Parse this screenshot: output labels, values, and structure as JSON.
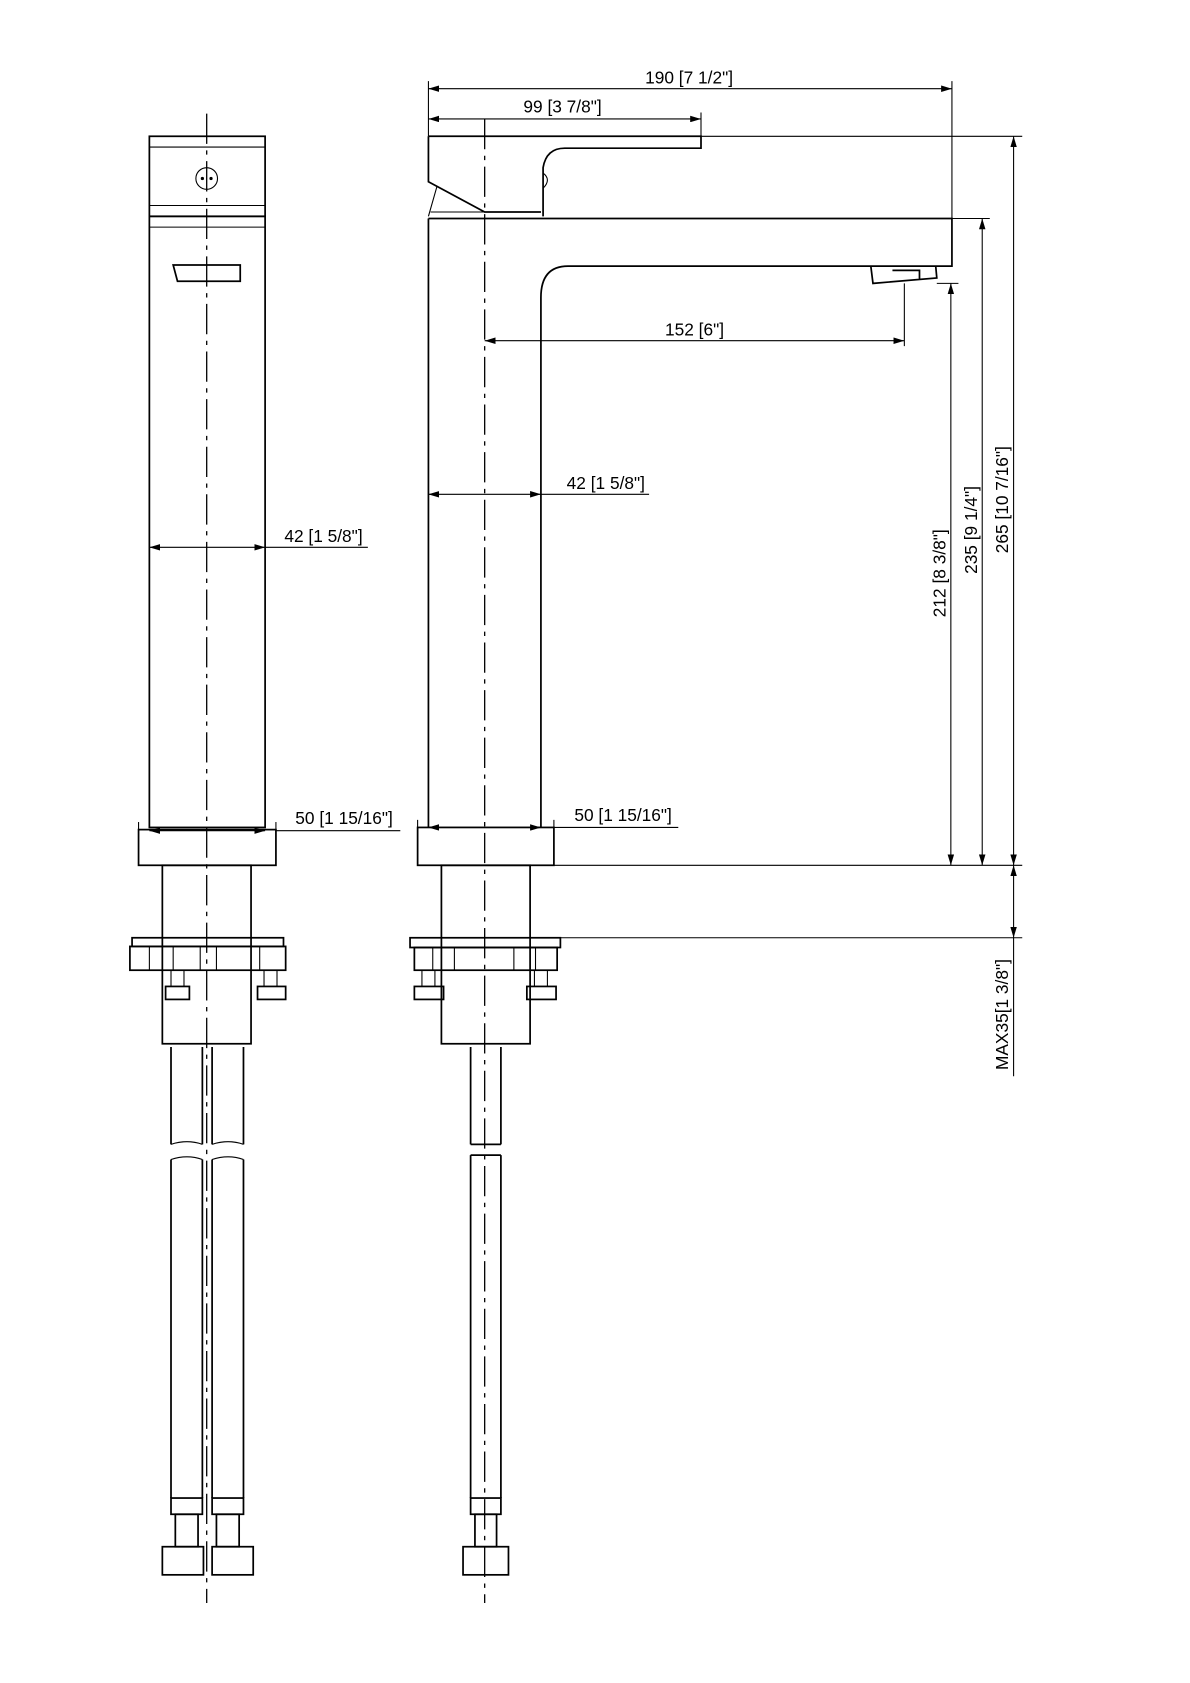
{
  "dimensions": {
    "overall_reach": "190 [7 1/2\"]",
    "handle_reach": "99 [3 7/8\"]",
    "spout_reach": "152 [6\"]",
    "body_width_side": "42 [1 5/8\"]",
    "body_width_front": "42 [1 5/8\"]",
    "base_width_front": "50 [1 15/16\"]",
    "base_width_side": "50 [1 15/16\"]",
    "aerator_height": "212 [8 3/8\"]",
    "spout_height": "235 [9 1/4\"]",
    "overall_height": "265 [10 7/16\"]",
    "max_deck_thickness": "MAX35[1 3/8\"]"
  },
  "colors": {
    "line": "#000000",
    "background": "#ffffff"
  }
}
